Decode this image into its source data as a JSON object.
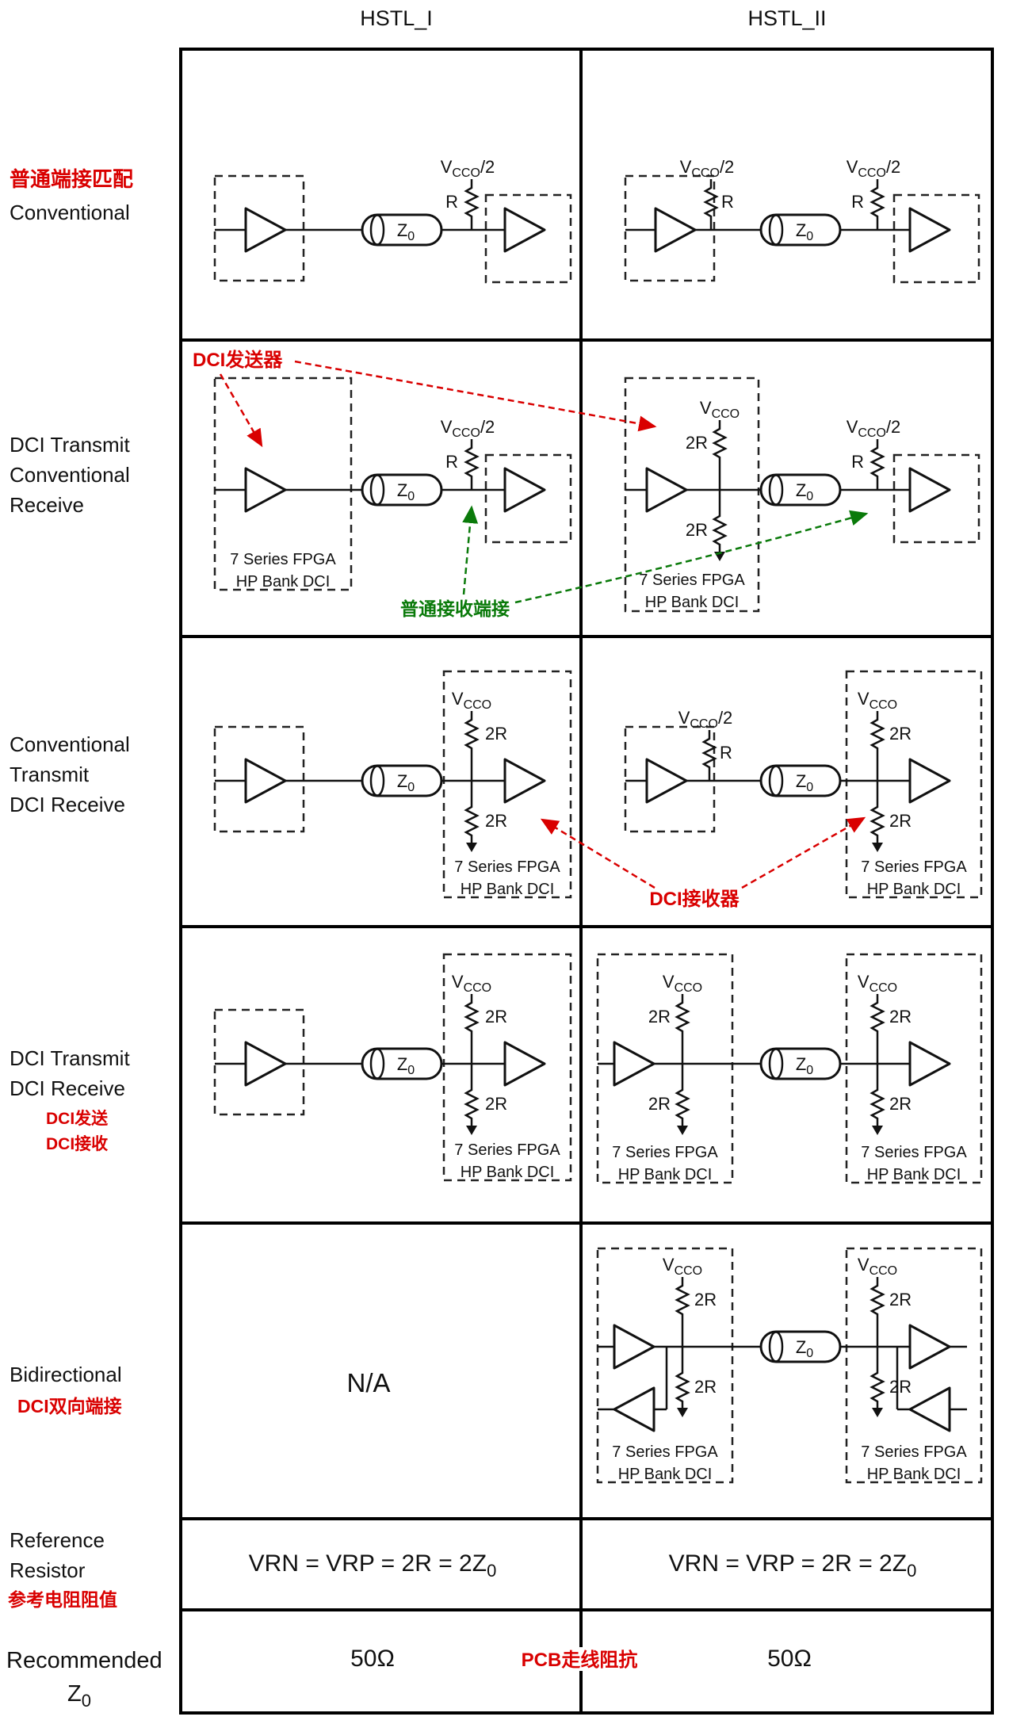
{
  "header": {
    "col1": "HSTL_I",
    "col2": "HSTL_II"
  },
  "left": {
    "r1_zh": "普通端接匹配",
    "r1_en": "Conventional",
    "r2_l1": "DCI Transmit",
    "r2_l2": "Conventional",
    "r2_l3": "Receive",
    "r3_l1": "Conventional",
    "r3_l2": "Transmit",
    "r3_l3": "DCI Receive",
    "r4_l1": "DCI Transmit",
    "r4_l2": "DCI Receive",
    "r4_zh1": "DCI发送",
    "r4_zh2": "DCI接收",
    "r5_en": "Bidirectional",
    "r5_zh": "DCI双向端接",
    "r6_l1": "Reference",
    "r6_l2": "Resistor",
    "r6_zh": "参考电阻阻值",
    "r7_l1": "Recommended",
    "r7_l2_main": "Z",
    "r7_l2_sub": "0"
  },
  "sym": {
    "v": "V",
    "cco": "CCO",
    "half": "/2",
    "z": "Z",
    "zero": "0",
    "r": "R",
    "twor": "2R"
  },
  "fpga": {
    "l1": "7 Series FPGA",
    "l2": "HP Bank DCI"
  },
  "ann": {
    "dci_tx": "DCI发送器",
    "conv_rx": "普通接收端接",
    "dci_rx": "DCI接收器",
    "pcb": "PCB走线阻抗"
  },
  "values": {
    "na": "N/A",
    "ref_main": "VRN = VRP = 2R = 2Z",
    "ref_sub": "0",
    "z0": "50Ω"
  },
  "colors": {
    "annotation_red": "#d90000",
    "annotation_green": "#0a7a0a",
    "circuit_black": "#111111"
  }
}
